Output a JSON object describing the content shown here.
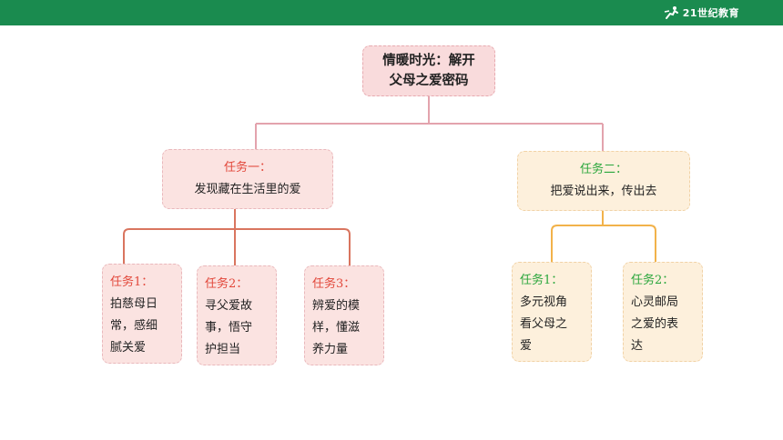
{
  "header": {
    "logo_text": "21世纪教育",
    "accent_color": "#1a8b4f"
  },
  "diagram": {
    "root": {
      "line1": "情暖时光：解开",
      "line2": "父母之爱密码"
    },
    "task_a": {
      "label": "任务一：",
      "text": "发现藏在生活里的爱",
      "label_color": "#e2473a",
      "children": [
        {
          "label": "任务1：",
          "lines": [
            "拍慈母日",
            "常，感细",
            "腻关爱"
          ]
        },
        {
          "label": "任务2：",
          "lines": [
            "寻父爱故",
            "事，悟守",
            "护担当"
          ]
        },
        {
          "label": "任务3：",
          "lines": [
            "辨爱的模",
            "样，懂滋",
            "养力量"
          ]
        }
      ]
    },
    "task_b": {
      "label": "任务二：",
      "text": "把爱说出来，传出去",
      "label_color": "#2aa63c",
      "children": [
        {
          "label": "任务1：",
          "lines": [
            "多元视角",
            "看父母之",
            "爱"
          ]
        },
        {
          "label": "任务2：",
          "lines": [
            "心灵邮局",
            "之爱的表",
            "达"
          ]
        }
      ]
    }
  }
}
